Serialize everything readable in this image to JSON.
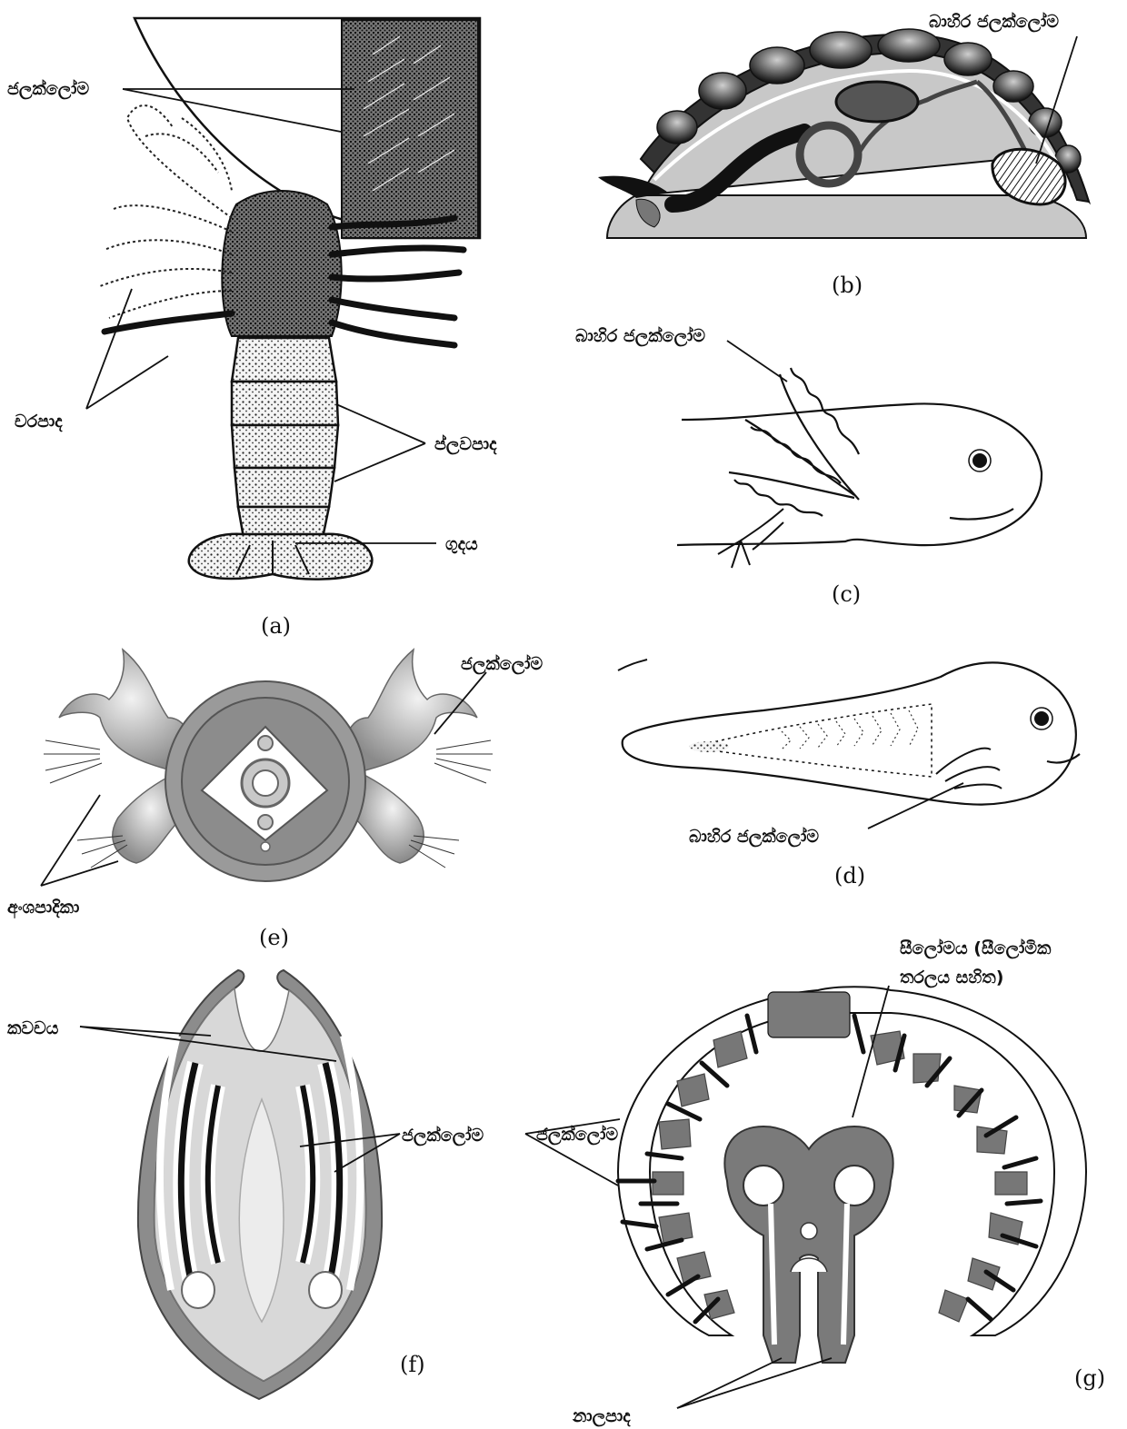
{
  "panels": {
    "a": {
      "caption": "(a)",
      "labels": {
        "gills": "ජලක්ලෝම",
        "walking_legs": "චරපාද",
        "swimmerets": "ප්ලවපාද",
        "anus": "ගුදය"
      }
    },
    "b": {
      "caption": "(b)",
      "labels": {
        "external_gills": "බාහිර ජලක්ලෝම"
      }
    },
    "c": {
      "caption": "(c)",
      "labels": {
        "external_gills": "බාහිර ජලක්ලෝම"
      }
    },
    "d": {
      "caption": "(d)",
      "labels": {
        "external_gills": "බාහිර ජලක්ලෝම"
      }
    },
    "e": {
      "caption": "(e)",
      "labels": {
        "gills": "ජලක්ලෝම",
        "parapodia": "අංශපාදිකා"
      }
    },
    "f": {
      "caption": "(f)",
      "labels": {
        "shell": "කවචය",
        "gills": "ජලක්ලෝම"
      }
    },
    "g": {
      "caption": "(g)",
      "labels": {
        "coelom_line1": "සීලෝමය (සීලෝමික",
        "coelom_line2": "තරලය සහිත)",
        "gills": "ජලක්ලෝම",
        "tube_feet": "නාලපාද"
      }
    }
  }
}
